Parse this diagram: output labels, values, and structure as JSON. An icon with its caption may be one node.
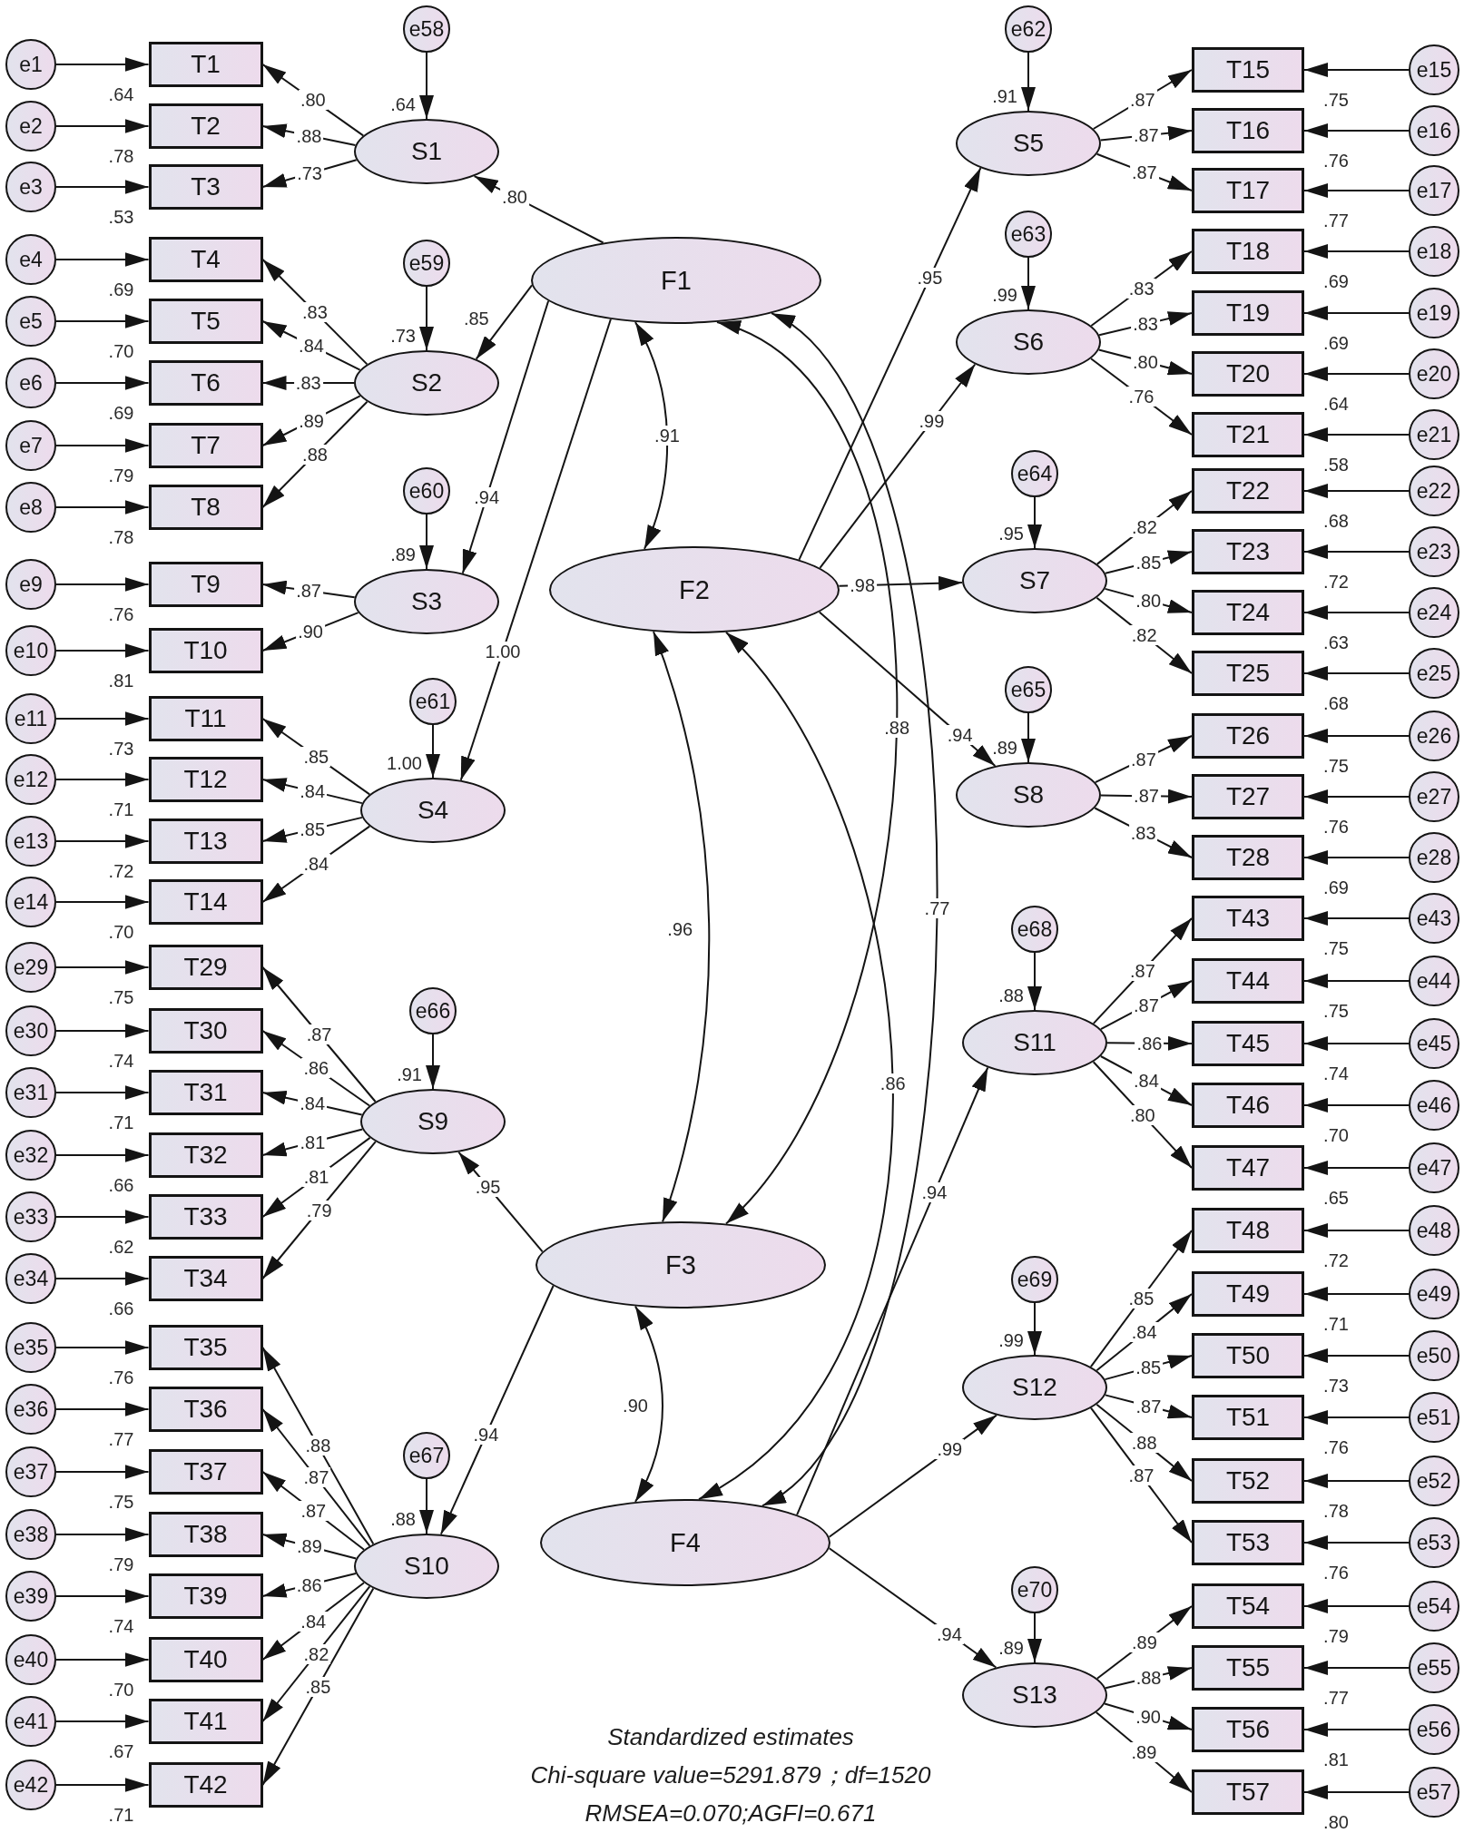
{
  "diagram": {
    "nodes": [
      {
        "text": [
          "F1"
        ]
      },
      {
        "text": [
          "F2"
        ]
      },
      {
        "text": [
          "F3"
        ]
      },
      {
        "text": [
          "F4"
        ]
      },
      {
        "text": [
          "e58"
        ]
      },
      {
        "text": [
          "S1"
        ],
        "beside": [
          ".64"
        ]
      },
      {
        "text": [
          "e1"
        ]
      },
      {
        "text": [
          "T1"
        ],
        "beside": [
          ".64"
        ]
      },
      {
        "text": [
          "e2"
        ]
      },
      {
        "text": [
          "T2"
        ],
        "beside": [
          ".78"
        ]
      },
      {
        "text": [
          "e3"
        ]
      },
      {
        "text": [
          "T3"
        ],
        "beside": [
          ".53"
        ]
      },
      {
        "text": [
          "e59"
        ]
      },
      {
        "text": [
          "S2"
        ],
        "beside": [
          ".73"
        ]
      },
      {
        "text": [
          "e4"
        ]
      },
      {
        "text": [
          "T4"
        ],
        "beside": [
          ".69"
        ]
      },
      {
        "text": [
          "e5"
        ]
      },
      {
        "text": [
          "T5"
        ],
        "beside": [
          ".70"
        ]
      },
      {
        "text": [
          "e6"
        ]
      },
      {
        "text": [
          "T6"
        ],
        "beside": [
          ".69"
        ]
      },
      {
        "text": [
          "e7"
        ]
      },
      {
        "text": [
          "T7"
        ],
        "beside": [
          ".79"
        ]
      },
      {
        "text": [
          "e8"
        ]
      },
      {
        "text": [
          "T8"
        ],
        "beside": [
          ".78"
        ]
      },
      {
        "text": [
          "e60"
        ]
      },
      {
        "text": [
          "S3"
        ],
        "beside": [
          ".89"
        ]
      },
      {
        "text": [
          "e9"
        ]
      },
      {
        "text": [
          "T9"
        ],
        "beside": [
          ".76"
        ]
      },
      {
        "text": [
          "e10"
        ]
      },
      {
        "text": [
          "T10"
        ],
        "beside": [
          ".81"
        ]
      },
      {
        "text": [
          "e61"
        ]
      },
      {
        "text": [
          "S4"
        ],
        "beside": [
          "1.00"
        ]
      },
      {
        "text": [
          "e11"
        ]
      },
      {
        "text": [
          "T11"
        ],
        "beside": [
          ".73"
        ]
      },
      {
        "text": [
          "e12"
        ]
      },
      {
        "text": [
          "T12"
        ],
        "beside": [
          ".71"
        ]
      },
      {
        "text": [
          "e13"
        ]
      },
      {
        "text": [
          "T13"
        ],
        "beside": [
          ".72"
        ]
      },
      {
        "text": [
          "e14"
        ]
      },
      {
        "text": [
          "T14"
        ],
        "beside": [
          ".70"
        ]
      },
      {
        "text": [
          "e66"
        ]
      },
      {
        "text": [
          "S9"
        ],
        "beside": [
          ".91"
        ]
      },
      {
        "text": [
          "e29"
        ]
      },
      {
        "text": [
          "T29"
        ],
        "beside": [
          ".75"
        ]
      },
      {
        "text": [
          "e30"
        ]
      },
      {
        "text": [
          "T30"
        ],
        "beside": [
          ".74"
        ]
      },
      {
        "text": [
          "e31"
        ]
      },
      {
        "text": [
          "T31"
        ],
        "beside": [
          ".71"
        ]
      },
      {
        "text": [
          "e32"
        ]
      },
      {
        "text": [
          "T32"
        ],
        "beside": [
          ".66"
        ]
      },
      {
        "text": [
          "e33"
        ]
      },
      {
        "text": [
          "T33"
        ],
        "beside": [
          ".62"
        ]
      },
      {
        "text": [
          "e34"
        ]
      },
      {
        "text": [
          "T34"
        ],
        "beside": [
          ".66"
        ]
      },
      {
        "text": [
          "e67"
        ]
      },
      {
        "text": [
          "S10"
        ],
        "beside": [
          ".88"
        ]
      },
      {
        "text": [
          "e35"
        ]
      },
      {
        "text": [
          "T35"
        ],
        "beside": [
          ".76"
        ]
      },
      {
        "text": [
          "e36"
        ]
      },
      {
        "text": [
          "T36"
        ],
        "beside": [
          ".77"
        ]
      },
      {
        "text": [
          "e37"
        ]
      },
      {
        "text": [
          "T37"
        ],
        "beside": [
          ".75"
        ]
      },
      {
        "text": [
          "e38"
        ]
      },
      {
        "text": [
          "T38"
        ],
        "beside": [
          ".79"
        ]
      },
      {
        "text": [
          "e39"
        ]
      },
      {
        "text": [
          "T39"
        ],
        "beside": [
          ".74"
        ]
      },
      {
        "text": [
          "e40"
        ]
      },
      {
        "text": [
          "T40"
        ],
        "beside": [
          ".70"
        ]
      },
      {
        "text": [
          "e41"
        ]
      },
      {
        "text": [
          "T41"
        ],
        "beside": [
          ".67"
        ]
      },
      {
        "text": [
          "e42"
        ]
      },
      {
        "text": [
          "T42"
        ],
        "beside": [
          ".71"
        ]
      },
      {
        "text": [
          "e62"
        ]
      },
      {
        "text": [
          "S5"
        ],
        "beside": [
          ".91"
        ]
      },
      {
        "text": [
          "T15"
        ],
        "beside": [
          ".75"
        ]
      },
      {
        "text": [
          "e15"
        ]
      },
      {
        "text": [
          "T16"
        ],
        "beside": [
          ".76"
        ]
      },
      {
        "text": [
          "e16"
        ]
      },
      {
        "text": [
          "T17"
        ],
        "beside": [
          ".77"
        ]
      },
      {
        "text": [
          "e17"
        ]
      },
      {
        "text": [
          "e63"
        ]
      },
      {
        "text": [
          "S6"
        ],
        "beside": [
          ".99"
        ]
      },
      {
        "text": [
          "T18"
        ],
        "beside": [
          ".69"
        ]
      },
      {
        "text": [
          "e18"
        ]
      },
      {
        "text": [
          "T19"
        ],
        "beside": [
          ".69"
        ]
      },
      {
        "text": [
          "e19"
        ]
      },
      {
        "text": [
          "T20"
        ],
        "beside": [
          ".64"
        ]
      },
      {
        "text": [
          "e20"
        ]
      },
      {
        "text": [
          "T21"
        ],
        "beside": [
          ".58"
        ]
      },
      {
        "text": [
          "e21"
        ]
      },
      {
        "text": [
          "e64"
        ]
      },
      {
        "text": [
          "S7"
        ],
        "beside": [
          ".95"
        ]
      },
      {
        "text": [
          "T22"
        ],
        "beside": [
          ".68"
        ]
      },
      {
        "text": [
          "e22"
        ]
      },
      {
        "text": [
          "T23"
        ],
        "beside": [
          ".72"
        ]
      },
      {
        "text": [
          "e23"
        ]
      },
      {
        "text": [
          "T24"
        ],
        "beside": [
          ".63"
        ]
      },
      {
        "text": [
          "e24"
        ]
      },
      {
        "text": [
          "T25"
        ],
        "beside": [
          ".68"
        ]
      },
      {
        "text": [
          "e25"
        ]
      },
      {
        "text": [
          "e65"
        ]
      },
      {
        "text": [
          "S8"
        ],
        "beside": [
          ".89"
        ]
      },
      {
        "text": [
          "T26"
        ],
        "beside": [
          ".75"
        ]
      },
      {
        "text": [
          "e26"
        ]
      },
      {
        "text": [
          "T27"
        ],
        "beside": [
          ".76"
        ]
      },
      {
        "text": [
          "e27"
        ]
      },
      {
        "text": [
          "T28"
        ],
        "beside": [
          ".69"
        ]
      },
      {
        "text": [
          "e28"
        ]
      },
      {
        "text": [
          "e68"
        ]
      },
      {
        "text": [
          "S11"
        ],
        "beside": [
          ".88"
        ]
      },
      {
        "text": [
          "T43"
        ],
        "beside": [
          ".75"
        ]
      },
      {
        "text": [
          "e43"
        ]
      },
      {
        "text": [
          "T44"
        ],
        "beside": [
          ".75"
        ]
      },
      {
        "text": [
          "e44"
        ]
      },
      {
        "text": [
          "T45"
        ],
        "beside": [
          ".74"
        ]
      },
      {
        "text": [
          "e45"
        ]
      },
      {
        "text": [
          "T46"
        ],
        "beside": [
          ".70"
        ]
      },
      {
        "text": [
          "e46"
        ]
      },
      {
        "text": [
          "T47"
        ],
        "beside": [
          ".65"
        ]
      },
      {
        "text": [
          "e47"
        ]
      },
      {
        "text": [
          "e69"
        ]
      },
      {
        "text": [
          "S12"
        ],
        "beside": [
          ".99"
        ]
      },
      {
        "text": [
          "T48"
        ],
        "beside": [
          ".72"
        ]
      },
      {
        "text": [
          "e48"
        ]
      },
      {
        "text": [
          "T49"
        ],
        "beside": [
          ".71"
        ]
      },
      {
        "text": [
          "e49"
        ]
      },
      {
        "text": [
          "T50"
        ],
        "beside": [
          ".73"
        ]
      },
      {
        "text": [
          "e50"
        ]
      },
      {
        "text": [
          "T51"
        ],
        "beside": [
          ".76"
        ]
      },
      {
        "text": [
          "e51"
        ]
      },
      {
        "text": [
          "T52"
        ],
        "beside": [
          ".78"
        ]
      },
      {
        "text": [
          "e52"
        ]
      },
      {
        "text": [
          "T53"
        ],
        "beside": [
          ".76"
        ]
      },
      {
        "text": [
          "e53"
        ]
      },
      {
        "text": [
          "e70"
        ]
      },
      {
        "text": [
          "S13"
        ],
        "beside": [
          ".89"
        ]
      },
      {
        "text": [
          "T54"
        ],
        "beside": [
          ".79"
        ]
      },
      {
        "text": [
          "e54"
        ]
      },
      {
        "text": [
          "T55"
        ],
        "beside": [
          ".77"
        ]
      },
      {
        "text": [
          "e55"
        ]
      },
      {
        "text": [
          "T56"
        ],
        "beside": [
          ".81"
        ]
      },
      {
        "text": [
          "e56"
        ]
      },
      {
        "text": [
          "T57"
        ],
        "beside": [
          ".80"
        ]
      },
      {
        "text": [
          "e57"
        ]
      }
    ],
    "edges": [
      {
        "from": 4,
        "to": 5,
        "arrow": "to"
      },
      {
        "from": 5,
        "to": 7,
        "arrow": "to",
        "label": ".80"
      },
      {
        "from": 5,
        "to": 9,
        "arrow": "to",
        "label": ".88"
      },
      {
        "from": 5,
        "to": 11,
        "arrow": "to",
        "label": ".73"
      },
      {
        "from": 6,
        "to": 7,
        "arrow": "to"
      },
      {
        "from": 8,
        "to": 9,
        "arrow": "to"
      },
      {
        "from": 10,
        "to": 11,
        "arrow": "to"
      },
      {
        "from": 12,
        "to": 13,
        "arrow": "to"
      },
      {
        "from": 13,
        "to": 15,
        "arrow": "to",
        "label": ".83"
      },
      {
        "from": 13,
        "to": 17,
        "arrow": "to",
        "label": ".84"
      },
      {
        "from": 13,
        "to": 19,
        "arrow": "to",
        "label": ".83"
      },
      {
        "from": 13,
        "to": 21,
        "arrow": "to",
        "label": ".89"
      },
      {
        "from": 13,
        "to": 23,
        "arrow": "to",
        "label": ".88"
      },
      {
        "from": 14,
        "to": 15,
        "arrow": "to"
      },
      {
        "from": 16,
        "to": 17,
        "arrow": "to"
      },
      {
        "from": 18,
        "to": 19,
        "arrow": "to"
      },
      {
        "from": 20,
        "to": 21,
        "arrow": "to"
      },
      {
        "from": 22,
        "to": 23,
        "arrow": "to"
      },
      {
        "from": 24,
        "to": 25,
        "arrow": "to"
      },
      {
        "from": 25,
        "to": 27,
        "arrow": "to",
        "label": ".87"
      },
      {
        "from": 25,
        "to": 29,
        "arrow": "to",
        "label": ".90"
      },
      {
        "from": 26,
        "to": 27,
        "arrow": "to"
      },
      {
        "from": 28,
        "to": 29,
        "arrow": "to"
      },
      {
        "from": 30,
        "to": 31,
        "arrow": "to"
      },
      {
        "from": 31,
        "to": 33,
        "arrow": "to",
        "label": ".85"
      },
      {
        "from": 31,
        "to": 35,
        "arrow": "to",
        "label": ".84"
      },
      {
        "from": 31,
        "to": 37,
        "arrow": "to",
        "label": ".85"
      },
      {
        "from": 31,
        "to": 39,
        "arrow": "to",
        "label": ".84"
      },
      {
        "from": 32,
        "to": 33,
        "arrow": "to"
      },
      {
        "from": 34,
        "to": 35,
        "arrow": "to"
      },
      {
        "from": 36,
        "to": 37,
        "arrow": "to"
      },
      {
        "from": 38,
        "to": 39,
        "arrow": "to"
      },
      {
        "from": 40,
        "to": 41,
        "arrow": "to"
      },
      {
        "from": 41,
        "to": 43,
        "arrow": "to",
        "label": ".87"
      },
      {
        "from": 41,
        "to": 45,
        "arrow": "to",
        "label": ".86"
      },
      {
        "from": 41,
        "to": 47,
        "arrow": "to",
        "label": ".84"
      },
      {
        "from": 41,
        "to": 49,
        "arrow": "to",
        "label": ".81"
      },
      {
        "from": 41,
        "to": 51,
        "arrow": "to",
        "label": ".81"
      },
      {
        "from": 41,
        "to": 53,
        "arrow": "to",
        "label": ".79"
      },
      {
        "from": 42,
        "to": 43,
        "arrow": "to"
      },
      {
        "from": 44,
        "to": 45,
        "arrow": "to"
      },
      {
        "from": 46,
        "to": 47,
        "arrow": "to"
      },
      {
        "from": 48,
        "to": 49,
        "arrow": "to"
      },
      {
        "from": 50,
        "to": 51,
        "arrow": "to"
      },
      {
        "from": 52,
        "to": 53,
        "arrow": "to"
      },
      {
        "from": 54,
        "to": 55,
        "arrow": "to"
      },
      {
        "from": 55,
        "to": 57,
        "arrow": "to",
        "label": ".88"
      },
      {
        "from": 55,
        "to": 59,
        "arrow": "to",
        "label": ".87"
      },
      {
        "from": 55,
        "to": 61,
        "arrow": "to",
        "label": ".87"
      },
      {
        "from": 55,
        "to": 63,
        "arrow": "to",
        "label": ".89"
      },
      {
        "from": 55,
        "to": 65,
        "arrow": "to",
        "label": ".86"
      },
      {
        "from": 55,
        "to": 67,
        "arrow": "to",
        "label": ".84"
      },
      {
        "from": 55,
        "to": 69,
        "arrow": "to",
        "label": ".82"
      },
      {
        "from": 55,
        "to": 71,
        "arrow": "to",
        "label": ".85"
      },
      {
        "from": 56,
        "to": 57,
        "arrow": "to"
      },
      {
        "from": 58,
        "to": 59,
        "arrow": "to"
      },
      {
        "from": 60,
        "to": 61,
        "arrow": "to"
      },
      {
        "from": 62,
        "to": 63,
        "arrow": "to"
      },
      {
        "from": 64,
        "to": 65,
        "arrow": "to"
      },
      {
        "from": 66,
        "to": 67,
        "arrow": "to"
      },
      {
        "from": 68,
        "to": 69,
        "arrow": "to"
      },
      {
        "from": 70,
        "to": 71,
        "arrow": "to"
      },
      {
        "from": 72,
        "to": 73,
        "arrow": "to"
      },
      {
        "from": 73,
        "to": 74,
        "arrow": "to",
        "label": ".87"
      },
      {
        "from": 73,
        "to": 76,
        "arrow": "to",
        "label": ".87"
      },
      {
        "from": 73,
        "to": 78,
        "arrow": "to",
        "label": ".87"
      },
      {
        "from": 75,
        "to": 74,
        "arrow": "to"
      },
      {
        "from": 77,
        "to": 76,
        "arrow": "to"
      },
      {
        "from": 79,
        "to": 78,
        "arrow": "to"
      },
      {
        "from": 80,
        "to": 81,
        "arrow": "to"
      },
      {
        "from": 81,
        "to": 82,
        "arrow": "to",
        "label": ".83"
      },
      {
        "from": 81,
        "to": 84,
        "arrow": "to",
        "label": ".83"
      },
      {
        "from": 81,
        "to": 86,
        "arrow": "to",
        "label": ".80"
      },
      {
        "from": 81,
        "to": 88,
        "arrow": "to",
        "label": ".76"
      },
      {
        "from": 83,
        "to": 82,
        "arrow": "to"
      },
      {
        "from": 85,
        "to": 84,
        "arrow": "to"
      },
      {
        "from": 87,
        "to": 86,
        "arrow": "to"
      },
      {
        "from": 89,
        "to": 88,
        "arrow": "to"
      },
      {
        "from": 90,
        "to": 91,
        "arrow": "to"
      },
      {
        "from": 91,
        "to": 92,
        "arrow": "to",
        "label": ".82"
      },
      {
        "from": 91,
        "to": 94,
        "arrow": "to",
        "label": ".85"
      },
      {
        "from": 91,
        "to": 96,
        "arrow": "to",
        "label": ".80"
      },
      {
        "from": 91,
        "to": 98,
        "arrow": "to",
        "label": ".82"
      },
      {
        "from": 93,
        "to": 92,
        "arrow": "to"
      },
      {
        "from": 95,
        "to": 94,
        "arrow": "to"
      },
      {
        "from": 97,
        "to": 96,
        "arrow": "to"
      },
      {
        "from": 99,
        "to": 98,
        "arrow": "to"
      },
      {
        "from": 100,
        "to": 101,
        "arrow": "to"
      },
      {
        "from": 101,
        "to": 102,
        "arrow": "to",
        "label": ".87"
      },
      {
        "from": 101,
        "to": 104,
        "arrow": "to",
        "label": ".87"
      },
      {
        "from": 101,
        "to": 106,
        "arrow": "to",
        "label": ".83"
      },
      {
        "from": 103,
        "to": 102,
        "arrow": "to"
      },
      {
        "from": 105,
        "to": 104,
        "arrow": "to"
      },
      {
        "from": 107,
        "to": 106,
        "arrow": "to"
      },
      {
        "from": 108,
        "to": 109,
        "arrow": "to"
      },
      {
        "from": 109,
        "to": 110,
        "arrow": "to",
        "label": ".87"
      },
      {
        "from": 109,
        "to": 112,
        "arrow": "to",
        "label": ".87"
      },
      {
        "from": 109,
        "to": 114,
        "arrow": "to",
        "label": ".86"
      },
      {
        "from": 109,
        "to": 116,
        "arrow": "to",
        "label": ".84"
      },
      {
        "from": 109,
        "to": 118,
        "arrow": "to",
        "label": ".80"
      },
      {
        "from": 111,
        "to": 110,
        "arrow": "to"
      },
      {
        "from": 113,
        "to": 112,
        "arrow": "to"
      },
      {
        "from": 115,
        "to": 114,
        "arrow": "to"
      },
      {
        "from": 117,
        "to": 116,
        "arrow": "to"
      },
      {
        "from": 119,
        "to": 118,
        "arrow": "to"
      },
      {
        "from": 120,
        "to": 121,
        "arrow": "to"
      },
      {
        "from": 121,
        "to": 122,
        "arrow": "to",
        "label": ".85"
      },
      {
        "from": 121,
        "to": 124,
        "arrow": "to",
        "label": ".84"
      },
      {
        "from": 121,
        "to": 126,
        "arrow": "to",
        "label": ".85"
      },
      {
        "from": 121,
        "to": 128,
        "arrow": "to",
        "label": ".87"
      },
      {
        "from": 121,
        "to": 130,
        "arrow": "to",
        "label": ".88"
      },
      {
        "from": 121,
        "to": 132,
        "arrow": "to",
        "label": ".87"
      },
      {
        "from": 123,
        "to": 122,
        "arrow": "to"
      },
      {
        "from": 125,
        "to": 124,
        "arrow": "to"
      },
      {
        "from": 127,
        "to": 126,
        "arrow": "to"
      },
      {
        "from": 129,
        "to": 128,
        "arrow": "to"
      },
      {
        "from": 131,
        "to": 130,
        "arrow": "to"
      },
      {
        "from": 133,
        "to": 132,
        "arrow": "to"
      },
      {
        "from": 134,
        "to": 135,
        "arrow": "to"
      },
      {
        "from": 135,
        "to": 136,
        "arrow": "to",
        "label": ".89"
      },
      {
        "from": 135,
        "to": 138,
        "arrow": "to",
        "label": ".88"
      },
      {
        "from": 135,
        "to": 140,
        "arrow": "to",
        "label": ".90"
      },
      {
        "from": 135,
        "to": 142,
        "arrow": "to",
        "label": ".89"
      },
      {
        "from": 137,
        "to": 136,
        "arrow": "to"
      },
      {
        "from": 139,
        "to": 138,
        "arrow": "to"
      },
      {
        "from": 141,
        "to": 140,
        "arrow": "to"
      },
      {
        "from": 143,
        "to": 142,
        "arrow": "to"
      },
      {
        "from": 0,
        "to": 5,
        "arrow": "to",
        "label": ".80"
      },
      {
        "from": 0,
        "to": 13,
        "arrow": "to",
        "label": ".85"
      },
      {
        "from": 0,
        "to": 25,
        "arrow": "to",
        "label": ".94"
      },
      {
        "from": 0,
        "to": 31,
        "arrow": "to",
        "label": "1.00"
      },
      {
        "from": 2,
        "to": 41,
        "arrow": "to",
        "label": ".95"
      },
      {
        "from": 2,
        "to": 55,
        "arrow": "to",
        "label": ".94"
      },
      {
        "from": 1,
        "to": 73,
        "arrow": "to",
        "label": ".95"
      },
      {
        "from": 1,
        "to": 81,
        "arrow": "to",
        "label": ".99"
      },
      {
        "from": 1,
        "to": 91,
        "arrow": "to",
        "label": ".98"
      },
      {
        "from": 1,
        "to": 101,
        "arrow": "to",
        "label": ".94"
      },
      {
        "from": 3,
        "to": 109,
        "arrow": "to",
        "label": ".94"
      },
      {
        "from": 3,
        "to": 121,
        "arrow": "to",
        "label": ".99"
      },
      {
        "from": 3,
        "to": 135,
        "arrow": "to",
        "label": ".94"
      },
      {
        "from": 0,
        "to": 1,
        "arrow": "both",
        "label": ".91"
      },
      {
        "from": 0,
        "to": 2,
        "arrow": "both",
        "label": ".88"
      },
      {
        "from": 0,
        "to": 3,
        "arrow": "both",
        "label": ".77"
      },
      {
        "from": 1,
        "to": 2,
        "arrow": "both",
        "label": ".96"
      },
      {
        "from": 1,
        "to": 3,
        "arrow": "both",
        "label": ".86"
      },
      {
        "from": 2,
        "to": 3,
        "arrow": "both",
        "label": ".90"
      }
    ],
    "labels": [
      "Standardized estimates",
      "Chi-square value=5291.879；df=1520",
      "RMSEA=0.070;AGFI=0.671"
    ]
  }
}
